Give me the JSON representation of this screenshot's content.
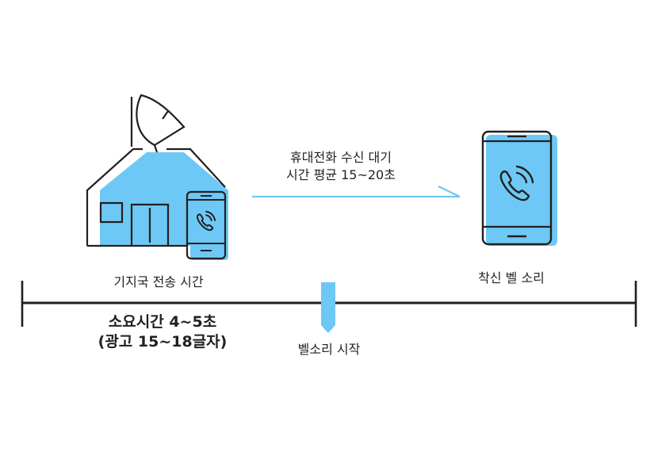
{
  "captions": {
    "wait_line1": "휴대전화 수신 대기",
    "wait_line2": "시간 평균 15~20초",
    "station": "기지국 전송 시간",
    "ring": "착신 벨 소리",
    "duration_line1": "소요시간 4~5초",
    "duration_line2": "(광고 15~18글자)",
    "bell_start": "벨소리 시작"
  },
  "colors": {
    "accent": "#6ec8f5",
    "ink": "#231f20"
  },
  "icons": [
    "base-station-house-icon",
    "small-phone-icon",
    "large-phone-icon",
    "phone-call-icon",
    "arrow-line",
    "timeline-marker"
  ]
}
